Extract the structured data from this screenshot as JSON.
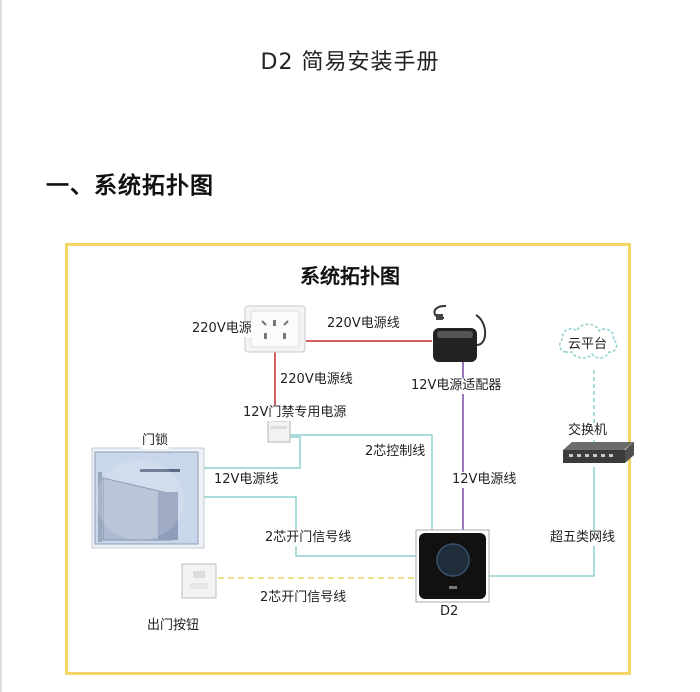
{
  "document": {
    "title": "D2 简易安装手册",
    "section_heading": "一、系统拓扑图"
  },
  "diagram": {
    "title": "系统拓扑图",
    "nodes": {
      "wall_outlet": "220V电源",
      "power_adapter": "12V电源适配器",
      "access_power_supply": "12V门禁专用电源",
      "door_lock": "门锁",
      "cloud_platform": "云平台",
      "switch": "交换机",
      "d2_device": "D2",
      "exit_button": "出门按钮"
    },
    "links": {
      "outlet_to_adapter": "220V电源线",
      "outlet_to_power_supply": "220V电源线",
      "power_supply_to_lock": "12V电源线",
      "power_supply_to_d2": "2芯控制线",
      "adapter_to_d2": "12V电源线",
      "switch_to_d2": "超五类网线",
      "lock_to_d2_signal": "2芯开门信号线",
      "button_to_d2_signal": "2芯开门信号线"
    },
    "colors": {
      "frame": "#f5d56a",
      "power_220v": "#c0282e",
      "power_12v_adapter": "#7a4aa8",
      "signal_cable": "#8ed0cf",
      "button_signal": "#f2df88"
    }
  }
}
